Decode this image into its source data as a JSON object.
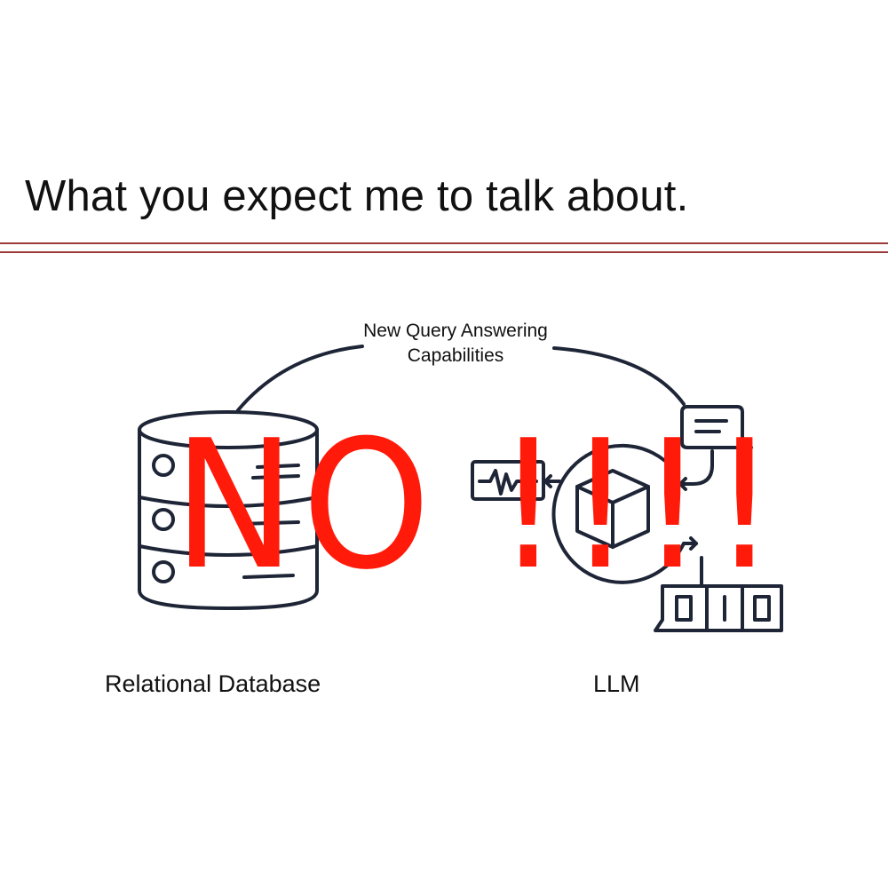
{
  "slide": {
    "title": "What you expect me to talk about."
  },
  "diagram": {
    "arc_label": "New Query Answering Capabilities",
    "left_label": "Relational Database",
    "right_label": "LLM",
    "left_icon": "database-server-icon",
    "right_icon": "ai-model-cube-icon",
    "line_color": "#1e2536"
  },
  "overlay": {
    "text": "NO !!!!",
    "color": "#ff1a0a"
  },
  "colors": {
    "rule": "#9b3a3a",
    "background": "#ffffff"
  }
}
